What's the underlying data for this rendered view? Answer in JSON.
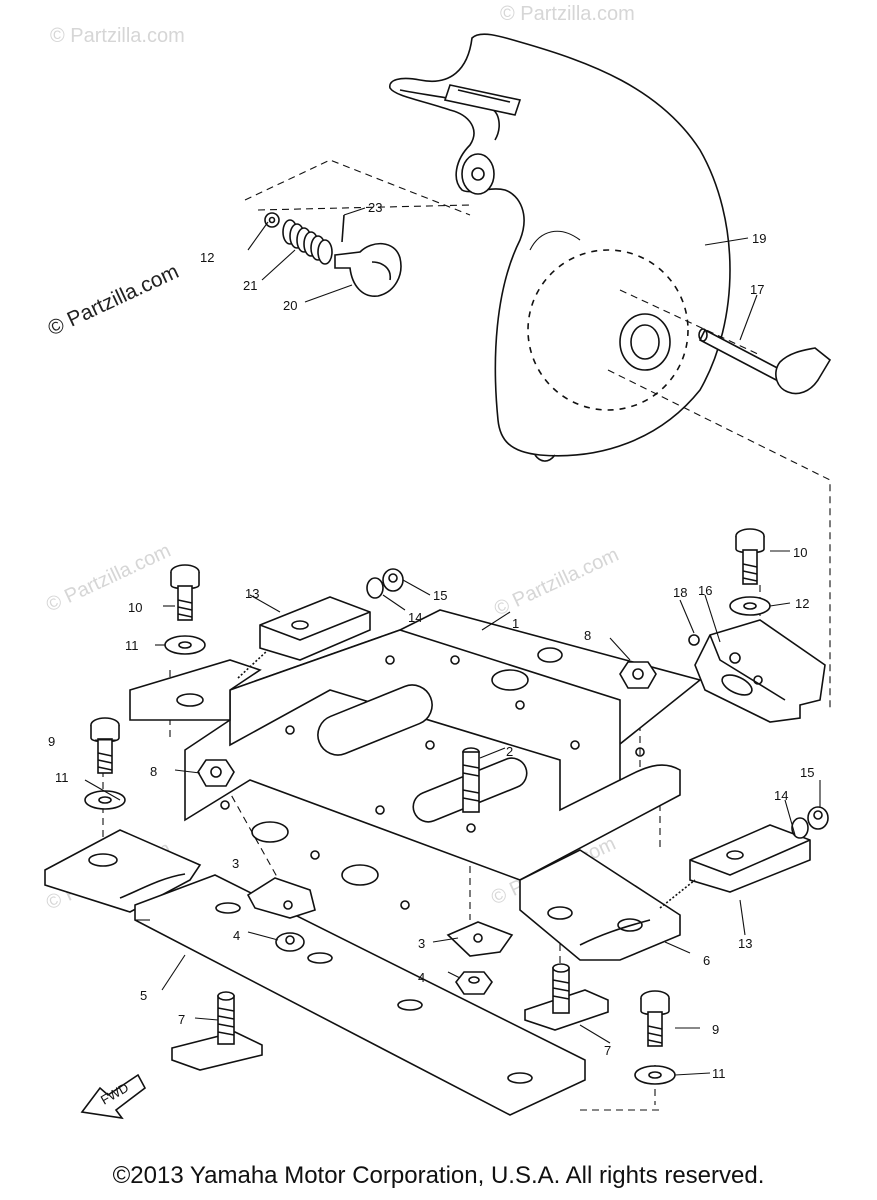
{
  "watermark": {
    "main": "© Partzilla.com",
    "faint": "© Partzilla.com"
  },
  "copyright": "©2013 Yamaha Motor Corporation, U.S.A. All rights reserved.",
  "fwd_label": "FWD",
  "callouts": [
    {
      "id": "1",
      "text": "1"
    },
    {
      "id": "2",
      "text": "2"
    },
    {
      "id": "3",
      "text": "3"
    },
    {
      "id": "3b",
      "text": "3"
    },
    {
      "id": "4",
      "text": "4"
    },
    {
      "id": "4b",
      "text": "4"
    },
    {
      "id": "5",
      "text": "5"
    },
    {
      "id": "6",
      "text": "6"
    },
    {
      "id": "7",
      "text": "7"
    },
    {
      "id": "7b",
      "text": "7"
    },
    {
      "id": "8",
      "text": "8"
    },
    {
      "id": "8b",
      "text": "8"
    },
    {
      "id": "9",
      "text": "9"
    },
    {
      "id": "9b",
      "text": "9"
    },
    {
      "id": "10",
      "text": "10"
    },
    {
      "id": "10b",
      "text": "10"
    },
    {
      "id": "11",
      "text": "11"
    },
    {
      "id": "11b",
      "text": "11"
    },
    {
      "id": "11c",
      "text": "11"
    },
    {
      "id": "12",
      "text": "12"
    },
    {
      "id": "12b",
      "text": "12"
    },
    {
      "id": "13",
      "text": "13"
    },
    {
      "id": "13b",
      "text": "13"
    },
    {
      "id": "14",
      "text": "14"
    },
    {
      "id": "14b",
      "text": "14"
    },
    {
      "id": "15",
      "text": "15"
    },
    {
      "id": "15b",
      "text": "15"
    },
    {
      "id": "16",
      "text": "16"
    },
    {
      "id": "17",
      "text": "17"
    },
    {
      "id": "18",
      "text": "18"
    },
    {
      "id": "19",
      "text": "19"
    },
    {
      "id": "20",
      "text": "20"
    },
    {
      "id": "21",
      "text": "21"
    },
    {
      "id": "23",
      "text": "23"
    }
  ]
}
